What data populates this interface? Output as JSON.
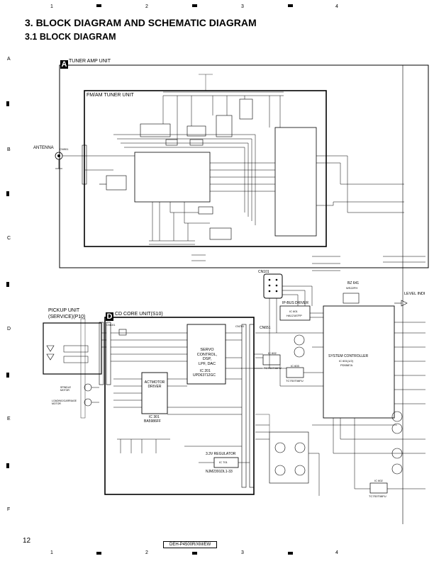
{
  "header": {
    "title": "3. BLOCK DIAGRAM AND SCHEMATIC DIAGRAM",
    "subtitle": "3.1 BLOCK DIAGRAM"
  },
  "grid": {
    "columns": [
      "1",
      "2",
      "3",
      "4"
    ],
    "rows": [
      "A",
      "B",
      "C",
      "D",
      "E",
      "F"
    ]
  },
  "sections": {
    "tuner_amp": {
      "letter": "A",
      "label": "TUNER AMP UNIT"
    },
    "fm_am": {
      "label": "FM/AM TUNER UNIT"
    },
    "cd_core": {
      "letter": "D",
      "label": "CD CORE UNIT(S10)"
    },
    "pickup": {
      "label_line1": "PICKUP UNIT",
      "label_line2": "(SERVICE)(P10)"
    }
  },
  "labels": {
    "antenna": "ANTENNA",
    "antenna_cn": "CN901",
    "cn101": "CN101",
    "cn701": "CN701",
    "cn651": "CN651",
    "cn101b": "CN101",
    "bz": "BZ 641",
    "bz_part": "WS22FH",
    "level_ind": "LEVEL INDI",
    "ebus_driver": "IP-BUS DRIVER",
    "ebus_ic": "IC 601",
    "ebus_part": "HA12187FP",
    "sys_ctrl": "SYSTEM CONTROLLER",
    "sys_ic": "IC 601(1/2)",
    "sys_part": "PD5587A",
    "ic602": "IC 602",
    "ic602_part": "TC7S0T08FU",
    "ic603": "IC 603",
    "ic603_part": "TC7S0T08FU",
    "servo_l1": "SERVO",
    "servo_l2": "CONTROL,",
    "servo_l3": "DSP,",
    "servo_l4": "LPF, DAC",
    "servo_ic": "IC 201",
    "servo_part": "UPD63712GC",
    "act_l1": "ACTMOTOR",
    "act_l2": "DRIVER",
    "act_ic": "IC 301",
    "act_part": "BA5986FF",
    "reg": "3.3V REGULATOR",
    "reg_ic": "IC 701",
    "reg_part": "NJM2391DL1-33",
    "ic_low": "IC 602",
    "ic_low_part": "TC7S0T08FU",
    "spindle": "SPINDLE MOTOR",
    "loading": "LOADING/CARRIAGE MOTOR"
  },
  "footer": {
    "page": "12",
    "model": "DEH-P4500R/XM/EW"
  }
}
